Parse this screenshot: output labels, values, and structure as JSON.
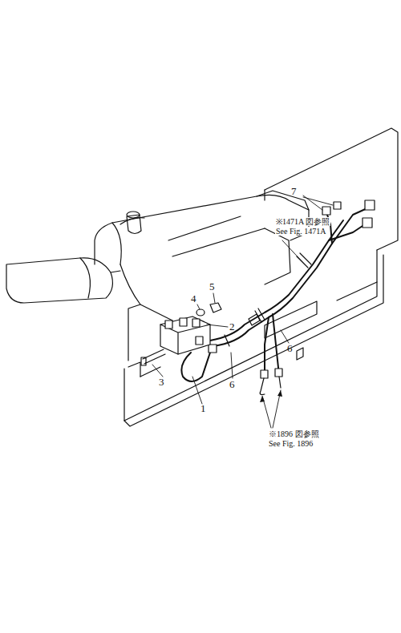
{
  "diagram": {
    "labels": [
      "7",
      "※1471A 図参照",
      "See Fig. 1471A",
      "5",
      "4",
      "2",
      "6",
      "3",
      "6",
      "1",
      "※1896 図参照",
      "See Fig. 1896"
    ]
  }
}
